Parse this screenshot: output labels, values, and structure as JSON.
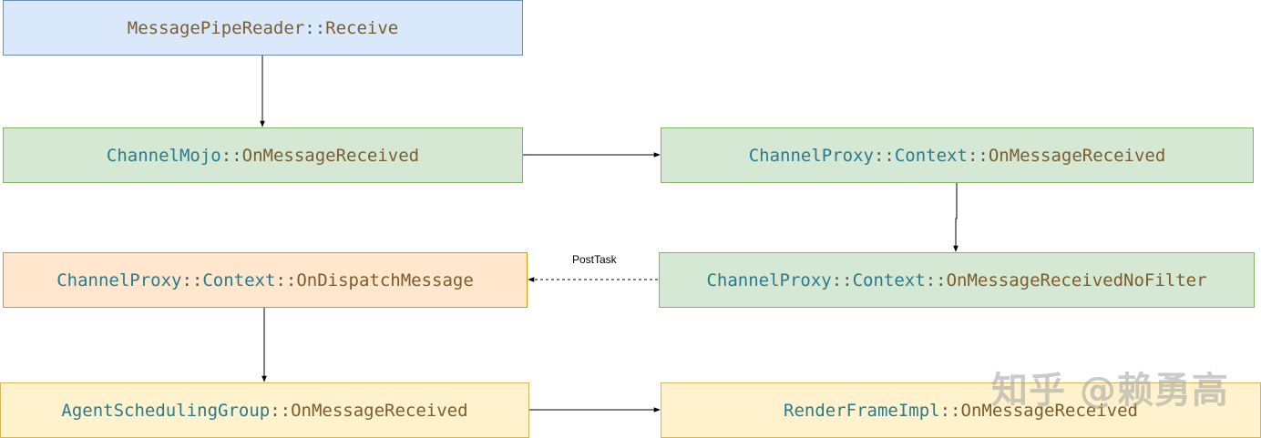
{
  "nodes": {
    "n1": {
      "parts": [
        {
          "t": "MessagePipeReader",
          "k": "fn"
        },
        {
          "t": "::",
          "k": "sep"
        },
        {
          "t": "Receive",
          "k": "fn"
        }
      ]
    },
    "n2": {
      "parts": [
        {
          "t": "ChannelMojo",
          "k": "cls"
        },
        {
          "t": "::",
          "k": "sep"
        },
        {
          "t": "OnMessageReceived",
          "k": "fn"
        }
      ]
    },
    "n3": {
      "parts": [
        {
          "t": "ChannelProxy",
          "k": "cls"
        },
        {
          "t": "::",
          "k": "sep"
        },
        {
          "t": "Context",
          "k": "cls"
        },
        {
          "t": "::",
          "k": "sep"
        },
        {
          "t": "OnMessageReceived",
          "k": "fn"
        }
      ]
    },
    "n4": {
      "parts": [
        {
          "t": "ChannelProxy",
          "k": "cls"
        },
        {
          "t": "::",
          "k": "sep"
        },
        {
          "t": "Context",
          "k": "cls"
        },
        {
          "t": "::",
          "k": "sep"
        },
        {
          "t": "OnMessageReceivedNoFilter",
          "k": "fn"
        }
      ]
    },
    "n5": {
      "parts": [
        {
          "t": "ChannelProxy",
          "k": "cls"
        },
        {
          "t": "::",
          "k": "sep"
        },
        {
          "t": "Context",
          "k": "cls"
        },
        {
          "t": "::",
          "k": "sep"
        },
        {
          "t": "OnDispatchMessage",
          "k": "fn"
        }
      ]
    },
    "n6": {
      "parts": [
        {
          "t": "AgentSchedulingGroup",
          "k": "cls"
        },
        {
          "t": "::",
          "k": "sep"
        },
        {
          "t": "OnMessageReceived",
          "k": "fn"
        }
      ]
    },
    "n7": {
      "parts": [
        {
          "t": "RenderFrameImpl",
          "k": "cls"
        },
        {
          "t": "::",
          "k": "sep"
        },
        {
          "t": "OnMessageReceived",
          "k": "fn"
        }
      ]
    }
  },
  "edges": {
    "posttask_label": "PostTask"
  },
  "watermark": "知乎 @赖勇高",
  "colors": {
    "blue_fill": "#dae8fc",
    "green_fill": "#d5e8d4",
    "orange_fill": "#ffe6cc",
    "yellow_fill": "#fff2cc",
    "class_text": "#2b7a8b",
    "func_text": "#7b5d2e"
  }
}
